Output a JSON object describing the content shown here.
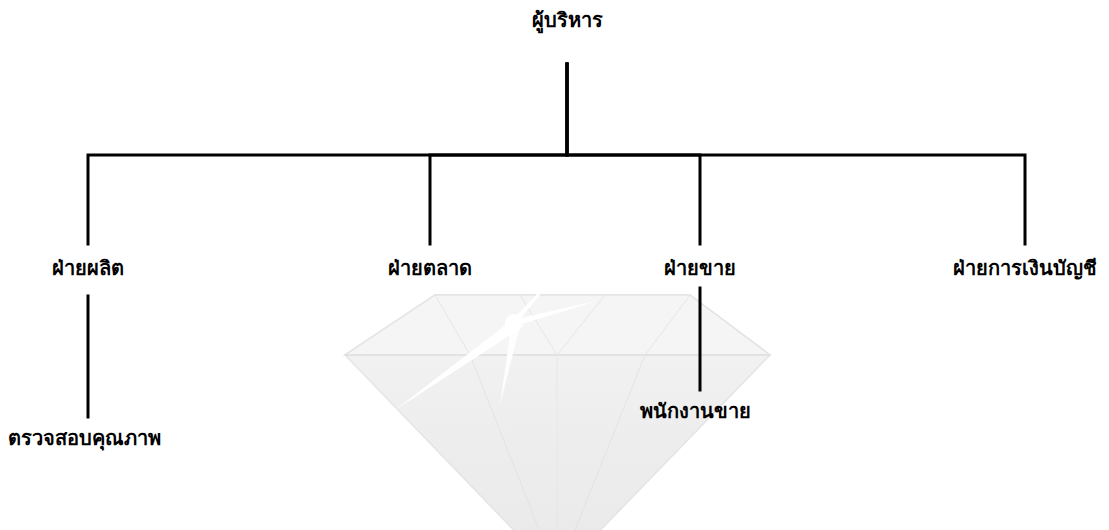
{
  "diagram": {
    "nodes": [
      {
        "text": [
          "ผู้บริหาร"
        ]
      },
      {
        "text": [
          "ฝ่ายผลิต"
        ]
      },
      {
        "text": [
          "ฝ่ายตลาด"
        ]
      },
      {
        "text": [
          "ฝ่ายขาย"
        ]
      },
      {
        "text": [
          "ฝ่ายการเงินบัญชี"
        ]
      },
      {
        "text": [
          "ตรวจสอบคุณภาพ"
        ]
      },
      {
        "text": [
          "พนักงานขาย"
        ]
      }
    ],
    "edges": [
      {
        "from": 0,
        "to": 1,
        "arrow": "none"
      },
      {
        "from": 0,
        "to": 2,
        "arrow": "none"
      },
      {
        "from": 0,
        "to": 3,
        "arrow": "none"
      },
      {
        "from": 0,
        "to": 4,
        "arrow": "none"
      },
      {
        "from": 1,
        "to": 5,
        "arrow": "none"
      },
      {
        "from": 3,
        "to": 6,
        "arrow": "none"
      }
    ]
  }
}
